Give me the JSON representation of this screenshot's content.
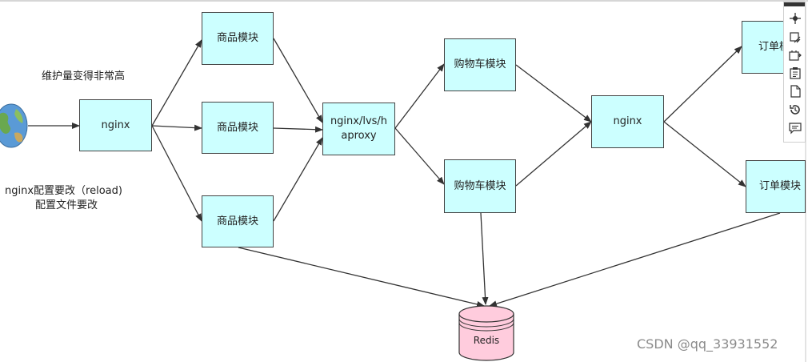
{
  "notes": {
    "maintenance": "维护量变得非常高",
    "config_line1": "nginx配置要改（reload)",
    "config_line2": "配置文件要改"
  },
  "nodes": {
    "nginx_entry": "nginx",
    "product_1": "商品模块",
    "product_2": "商品模块",
    "product_3": "商品模块",
    "lb_line1": "nginx/lvs/h",
    "lb_line2": "aproxy",
    "cart_1": "购物车模块",
    "cart_2": "购物车模块",
    "nginx_mid": "nginx",
    "order_1": "订单模块",
    "order_2": "订单模块",
    "redis": "Redis"
  },
  "icons": {
    "client": "globe-icon",
    "database": "database-cylinder-icon",
    "toolbar": [
      "crosshair-icon",
      "resize-icon",
      "image-export-icon",
      "clipboard-icon",
      "page-icon",
      "history-icon",
      "comment-icon"
    ]
  },
  "colors": {
    "node_fill": "#ccffff",
    "db_fill": "#ffccdd",
    "edge": "#333333"
  },
  "watermark": "CSDN @qq_33931552"
}
